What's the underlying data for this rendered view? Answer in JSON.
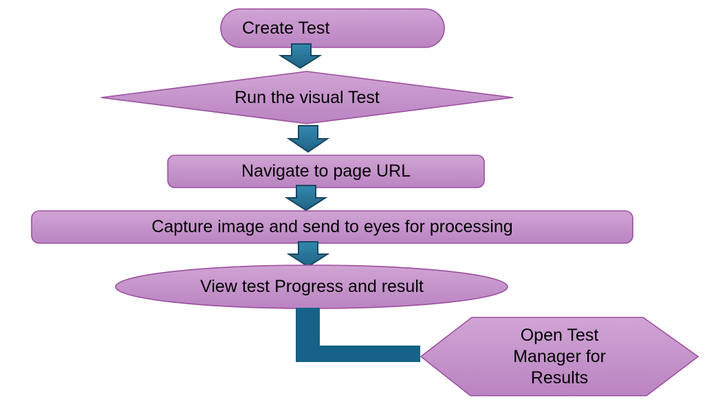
{
  "diagram": {
    "type": "flowchart",
    "nodes": [
      {
        "id": "create-test",
        "shape": "stadium",
        "label": "Create Test"
      },
      {
        "id": "run-visual-test",
        "shape": "diamond",
        "label": "Run the visual Test"
      },
      {
        "id": "navigate-url",
        "shape": "rounded-rectangle",
        "label": "Navigate to page URL"
      },
      {
        "id": "capture-image",
        "shape": "rounded-rectangle",
        "label": "Capture image and send to eyes for processing"
      },
      {
        "id": "view-progress",
        "shape": "ellipse",
        "label": "View test Progress and result"
      },
      {
        "id": "open-test-manager",
        "shape": "hexagon",
        "label": "Open Test\nManager for\nResults"
      }
    ],
    "connectors": [
      {
        "from": "create-test",
        "to": "run-visual-test",
        "type": "block-arrow-down"
      },
      {
        "from": "run-visual-test",
        "to": "navigate-url",
        "type": "block-arrow-down"
      },
      {
        "from": "navigate-url",
        "to": "capture-image",
        "type": "block-arrow-down"
      },
      {
        "from": "capture-image",
        "to": "view-progress",
        "type": "block-arrow-down"
      },
      {
        "from": "view-progress",
        "to": "open-test-manager",
        "type": "elbow-connector"
      }
    ]
  },
  "colors": {
    "node_fill_top": "#D0A4D4",
    "node_fill_bottom": "#BA84C2",
    "node_border": "#9C4E9E",
    "arrow_fill_top": "#3488AF",
    "arrow_fill_bottom": "#1F6385",
    "arrow_border": "#19455D",
    "connector_fill": "#166288",
    "text": "#000000",
    "background": "#FFFFFF"
  }
}
